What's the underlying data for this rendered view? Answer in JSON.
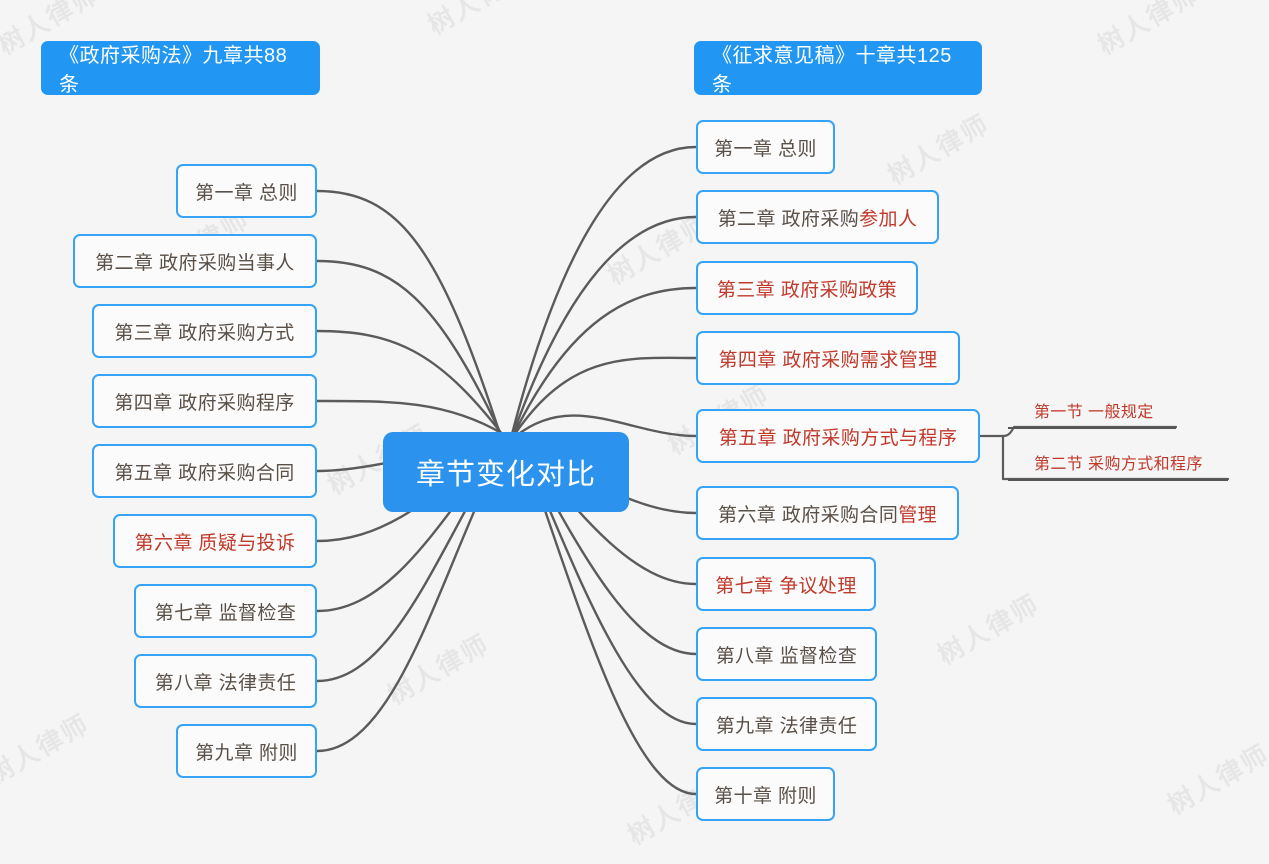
{
  "diagram": {
    "title": "章节变化对比",
    "background_color": "#f5f5f5",
    "accent_color": "#2196f3",
    "highlight_color": "#c0392b",
    "text_color": "#5a5048",
    "watermark_text": "树人律师"
  },
  "headers": {
    "left": "《政府采购法》九章共88条",
    "right": "《征求意见稿》十章共125条"
  },
  "center": {
    "label": "章节变化对比"
  },
  "left_chapters": [
    {
      "label": "第一章 总则",
      "highlight": "none"
    },
    {
      "label": "第二章 政府采购当事人",
      "highlight": "none"
    },
    {
      "label": "第三章 政府采购方式",
      "highlight": "none"
    },
    {
      "label": "第四章 政府采购程序",
      "highlight": "none"
    },
    {
      "label": "第五章 政府采购合同",
      "highlight": "none"
    },
    {
      "label": "第六章 质疑与投诉",
      "highlight": "all"
    },
    {
      "label": "第七章 监督检查",
      "highlight": "none"
    },
    {
      "label": "第八章 法律责任",
      "highlight": "none"
    },
    {
      "label": "第九章 附则",
      "highlight": "none"
    }
  ],
  "right_chapters": [
    {
      "plain": "第一章 总则",
      "red": "",
      "highlight": "none"
    },
    {
      "plain": "第二章 政府采购",
      "red": "参加人",
      "highlight": "partial"
    },
    {
      "plain": "第三章 政府采购政策",
      "red": "",
      "highlight": "all"
    },
    {
      "plain": "第四章 政府采购需求管理",
      "red": "",
      "highlight": "all"
    },
    {
      "plain": "第五章 政府采购方式与程序",
      "red": "",
      "highlight": "all"
    },
    {
      "plain": "第六章 政府采购合同",
      "red": "管理",
      "highlight": "partial"
    },
    {
      "plain": "第七章 争议处理",
      "red": "",
      "highlight": "all"
    },
    {
      "plain": "第八章 监督检查",
      "red": "",
      "highlight": "none"
    },
    {
      "plain": "第九章 法律责任",
      "red": "",
      "highlight": "none"
    },
    {
      "plain": "第十章 附则",
      "red": "",
      "highlight": "none"
    }
  ],
  "sub_nodes": [
    {
      "label": "第一节 一般规定",
      "parent": "第五章 政府采购方式与程序"
    },
    {
      "label": "第二节 采购方式和程序",
      "parent": "第五章 政府采购方式与程序"
    }
  ]
}
